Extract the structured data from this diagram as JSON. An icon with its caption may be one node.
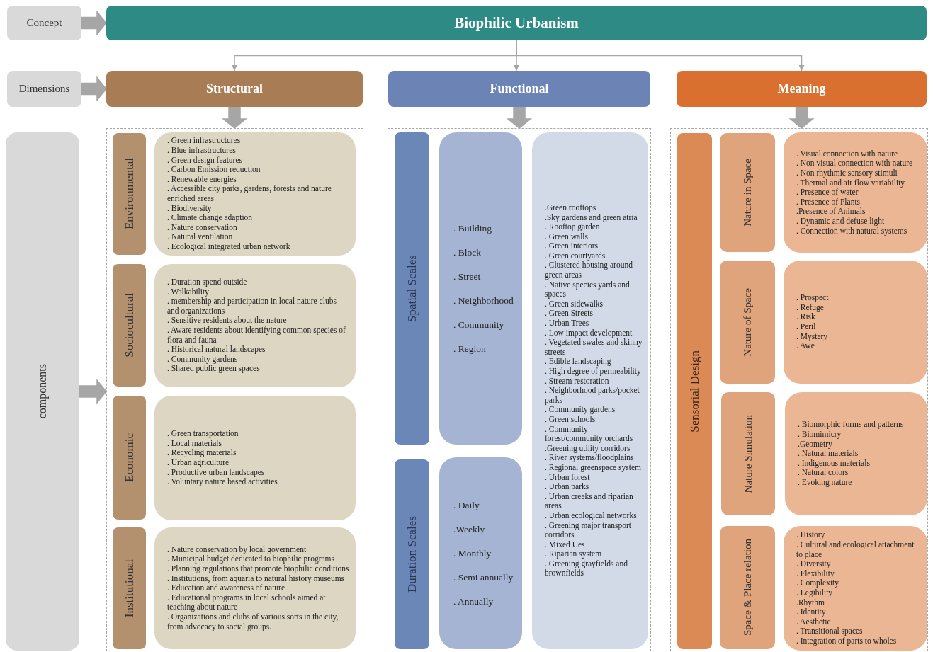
{
  "diagram": {
    "nodes": [
      {
        "text": [
          "Concept"
        ]
      },
      {
        "text": [
          "Biophilic Urbanism"
        ]
      },
      {
        "text": [
          "Dimensions"
        ]
      },
      {
        "text": [
          "Structural"
        ]
      },
      {
        "text": [
          "Functional"
        ]
      },
      {
        "text": [
          "Meaning"
        ]
      },
      {
        "text": [
          "components"
        ]
      },
      {
        "text": [],
        "shape": "box"
      },
      {
        "text": [
          "Environmental"
        ],
        "in": 7
      },
      {
        "text": [
          ". Green infrastructures",
          ". Blue infrastructures",
          ". Green design features",
          ". Carbon Emission reduction",
          ". Renewable energies",
          ". Accessible city parks, gardens, forests and nature enriched areas",
          ". Biodiversity",
          ". Climate change adaption",
          ". Nature conservation",
          ". Natural ventilation",
          ". Ecological integrated urban network"
        ],
        "in": 7
      },
      {
        "text": [
          "Sociocultural"
        ],
        "in": 7
      },
      {
        "text": [
          ". Duration spend outside",
          ". Walkability",
          ". membership and participation in local nature clubs and organizations",
          ". Sensitive residents about the nature",
          ". Aware residents about identifying common species of flora and fauna",
          ". Historical natural landscapes",
          ". Community gardens",
          ". Shared public green spaces"
        ],
        "in": 7
      },
      {
        "text": [
          "Economic"
        ],
        "in": 7
      },
      {
        "text": [
          ". Green transportation",
          ". Local materials",
          ". Recycling materials",
          ". Urban agriculture",
          ". Productive urban landscapes",
          ". Voluntary nature based activities"
        ],
        "in": 7
      },
      {
        "text": [
          "Institutional"
        ],
        "in": 7
      },
      {
        "text": [
          ". Nature conservation by local government",
          ". Municipal budget dedicated to biophilic programs",
          ". Planning regulations that promote biophilic conditions",
          ". Institutions, from aquaria to natural history museums",
          ". Education and awareness of nature",
          ". Educational programs in local schools aimed at teaching about nature",
          ". Organizations and clubs of various sorts in the city, from advocacy to social groups."
        ],
        "in": 7
      },
      {
        "text": [],
        "shape": "box"
      },
      {
        "text": [
          "Spatial Scales"
        ],
        "in": 16
      },
      {
        "text": [
          ". Building",
          ". Block",
          ". Street",
          ". Neighborhood",
          ". Community",
          ". Region"
        ],
        "in": 16
      },
      {
        "text": [
          "Duration Scales"
        ],
        "in": 16
      },
      {
        "text": [
          ". Daily",
          ".Weekly",
          ". Monthly",
          ". Semi annually",
          ". Annually"
        ],
        "in": 16
      },
      {
        "text": [
          ".Green rooftops",
          ".Sky gardens and green atria",
          ". Rooftop garden",
          ". Green walls",
          ". Green interiors",
          ". Green courtyards",
          ". Clustered housing around green areas",
          ". Native species yards and spaces",
          ". Green sidewalks",
          ". Green Streets",
          ". Urban Trees",
          ". Low impact development",
          ". Vegetated swales and skinny streets",
          ". Edible landscaping",
          ". High degree of permeability",
          ". Stream restoration",
          ". Neighborhood parks/pocket parks",
          ". Community gardens",
          ". Green schools",
          ". Community forest/community orchards",
          ".Greening utility corridors",
          ". River systems/floodplains",
          ". Regional greenspace system",
          ". Urban forest",
          ". Urban parks",
          ". Urban creeks and riparian areas",
          ". Urban ecological networks",
          ". Greening major transport corridors",
          ". Mixed Ues",
          ". Riparian system",
          ". Greening grayfields and brownfields"
        ],
        "in": 16
      },
      {
        "text": [],
        "shape": "box"
      },
      {
        "text": [
          "Sensorial Design"
        ],
        "in": 22
      },
      {
        "text": [
          "Nature in Space"
        ],
        "in": 22
      },
      {
        "text": [
          ". Visual connection with nature",
          ". Non visual connection with nature",
          ". Non rhythmic sensory stimuli",
          ". Thermal and air flow variability",
          ". Presence of water",
          ". Presence of Plants",
          ".Presence of Animals",
          ". Dynamic and defuse light",
          ". Connection with natural systems"
        ],
        "in": 22
      },
      {
        "text": [
          "Nature of Space"
        ],
        "in": 22
      },
      {
        "text": [
          ". Prospect",
          ". Refuge",
          ". Risk",
          ". Peril",
          ". Mystery",
          ". Awe"
        ],
        "in": 22
      },
      {
        "text": [
          "Nature Simulation"
        ],
        "in": 22
      },
      {
        "text": [
          ". Biomorphic forms and patterns",
          ". Biomimicry",
          ".Geometry",
          ". Natural materials",
          ". Indigenous materials",
          ". Natural colors",
          ". Evoking nature"
        ],
        "in": 22
      },
      {
        "text": [
          "Space & Place relation"
        ],
        "in": 22
      },
      {
        "text": [
          ". History",
          ". Cultural and ecological attachment to place",
          ". Diversity",
          ". Flexibility",
          ". Complexity",
          ". Legibility",
          ".Rhythm",
          ". Identity",
          ". Aesthetic",
          ". Transitional spaces",
          ". Integration of parts to wholes"
        ],
        "in": 22
      }
    ],
    "edges": [
      {
        "from": 0,
        "to": 1,
        "arrow": "to"
      },
      {
        "from": 1,
        "to": 3,
        "arrow": "to"
      },
      {
        "from": 1,
        "to": 4,
        "arrow": "to"
      },
      {
        "from": 1,
        "to": 5,
        "arrow": "to"
      },
      {
        "from": 2,
        "to": 3,
        "arrow": "to"
      },
      {
        "from": 3,
        "to": 7,
        "arrow": "to"
      },
      {
        "from": 4,
        "to": 16,
        "arrow": "to"
      },
      {
        "from": 5,
        "to": 22,
        "arrow": "to"
      },
      {
        "from": 6,
        "to": 7,
        "arrow": "to"
      }
    ]
  }
}
